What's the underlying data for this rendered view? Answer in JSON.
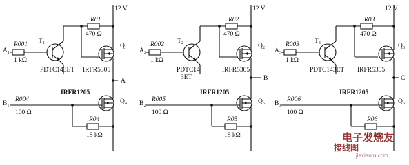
{
  "supply": "12 V",
  "stages": [
    {
      "input_a": "A₁",
      "r_in": "R001",
      "r_in_val": "1 kΩ",
      "bjt": "T₁",
      "bjt_part": "PDTC143ET",
      "bjt_part2": "",
      "r_pu": "R01",
      "r_pu_val": "470 Ω",
      "q_high": "Q₁",
      "q_high_part": "IRFR5305",
      "out": "A",
      "input_b": "B₁",
      "r_b": "R004",
      "r_b_val": "100 Ω",
      "q_low": "Q₄",
      "q_low_part": "IRFR1205",
      "r_pd": "R04",
      "r_pd_val": "18 kΩ"
    },
    {
      "input_a": "A₂",
      "r_in": "R002",
      "r_in_val": "1 kΩ",
      "bjt": "T₂",
      "bjt_part": "PDTC14",
      "bjt_part2": "3ET",
      "r_pu": "R02",
      "r_pu_val": "470 Ω",
      "q_high": "Q₂",
      "q_high_part": "IRFR5305",
      "out": "B",
      "input_b": "B₂",
      "r_b": "R005",
      "r_b_val": "100 Ω",
      "q_low": "Q₅",
      "q_low_part": "IRFR1205",
      "r_pd": "R05",
      "r_pd_val": "18 kΩ"
    },
    {
      "input_a": "A₃",
      "r_in": "R003",
      "r_in_val": "1 kΩ",
      "bjt": "T₃",
      "bjt_part": "PDTC143ET",
      "bjt_part2": "",
      "r_pu": "R03",
      "r_pu_val": "470 Ω",
      "q_high": "Q₃",
      "q_high_part": "IRFR5305",
      "out": "C",
      "input_b": "B₃",
      "r_b": "R006",
      "r_b_val": "100 Ω",
      "q_low": "Q₆",
      "q_low_part": "IRFR1205",
      "r_pd": "R06",
      "r_pd_val": "18 kΩ"
    }
  ],
  "watermark": {
    "text": "电子发烧友",
    "text2": "接线图",
    "url": "jiexiantu.com"
  }
}
